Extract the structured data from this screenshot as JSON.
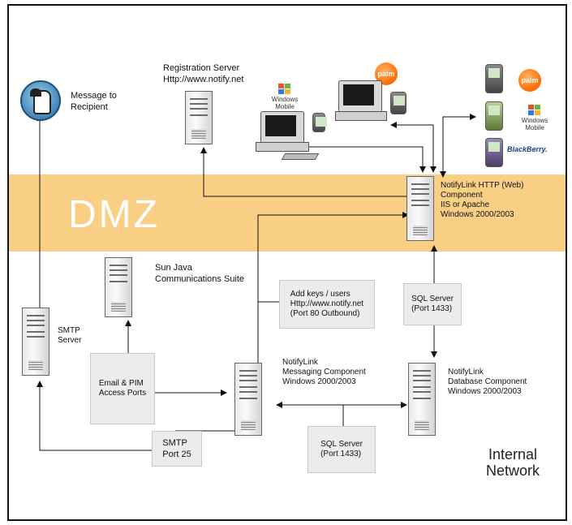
{
  "zone": {
    "dmz": "DMZ",
    "internal": "Internal\nNetwork"
  },
  "nodes": {
    "message": "Message to\nRecipient",
    "registration": "Registration Server\nHttp://www.notify.net",
    "http_component": "NotifyLink HTTP (Web)\nComponent\nIIS or Apache\nWindows 2000/2003",
    "sun_java": "Sun Java\nCommunications Suite",
    "smtp_server": "SMTP\nServer",
    "messaging": "NotifyLink\nMessaging Component\nWindows 2000/2003",
    "database": "NotifyLink\nDatabase Component\nWindows 2000/2003"
  },
  "boxes": {
    "add_keys": "Add keys / users\nHttp://www.notify.net\n(Port 80 Outbound)",
    "sql_upper": "SQL Server\n(Port 1433)",
    "email_pim": "Email & PIM\nAccess Ports",
    "smtp_port": "SMTP\nPort 25",
    "sql_lower": "SQL Server\n(Port 1433)"
  },
  "brands": {
    "windows_mobile": "Windows\nMobile",
    "palm": "palm",
    "blackberry": "BlackBerry."
  }
}
